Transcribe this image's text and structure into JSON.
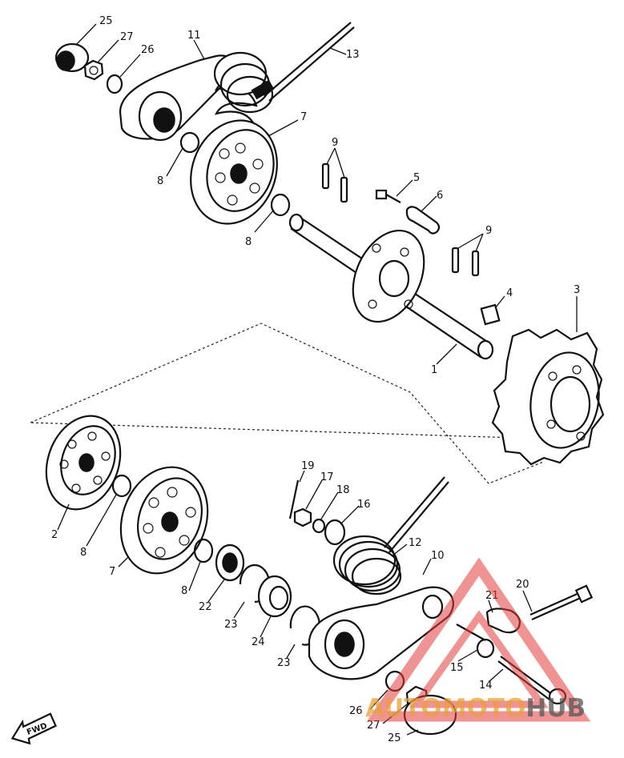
{
  "callouts": [
    {
      "id": "c25a",
      "label": "25"
    },
    {
      "id": "c27a",
      "label": "27"
    },
    {
      "id": "c26a",
      "label": "26"
    },
    {
      "id": "c11",
      "label": "11"
    },
    {
      "id": "c13",
      "label": "13"
    },
    {
      "id": "c7a",
      "label": "7"
    },
    {
      "id": "c8a",
      "label": "8"
    },
    {
      "id": "c9a",
      "label": "9"
    },
    {
      "id": "c5",
      "label": "5"
    },
    {
      "id": "c6",
      "label": "6"
    },
    {
      "id": "c8b",
      "label": "8"
    },
    {
      "id": "c9b",
      "label": "9"
    },
    {
      "id": "c4",
      "label": "4"
    },
    {
      "id": "c3",
      "label": "3"
    },
    {
      "id": "c1",
      "label": "1"
    },
    {
      "id": "c2",
      "label": "2"
    },
    {
      "id": "c8c",
      "label": "8"
    },
    {
      "id": "c7b",
      "label": "7"
    },
    {
      "id": "c8d",
      "label": "8"
    },
    {
      "id": "c22",
      "label": "22"
    },
    {
      "id": "c23a",
      "label": "23"
    },
    {
      "id": "c24",
      "label": "24"
    },
    {
      "id": "c23b",
      "label": "23"
    },
    {
      "id": "c19",
      "label": "19"
    },
    {
      "id": "c17",
      "label": "17"
    },
    {
      "id": "c18",
      "label": "18"
    },
    {
      "id": "c16",
      "label": "16"
    },
    {
      "id": "c12",
      "label": "12"
    },
    {
      "id": "c10",
      "label": "10"
    },
    {
      "id": "c20",
      "label": "20"
    },
    {
      "id": "c21",
      "label": "21"
    },
    {
      "id": "c15",
      "label": "15"
    },
    {
      "id": "c14",
      "label": "14"
    },
    {
      "id": "c26b",
      "label": "26"
    },
    {
      "id": "c27b",
      "label": "27"
    },
    {
      "id": "c25b",
      "label": "25"
    }
  ],
  "direction_marker": {
    "label": "FWD",
    "icon": "forward-arrow-icon"
  },
  "watermark": {
    "part1": "AUTO",
    "part2": "MOTO",
    "part3": "HUB",
    "accent": "#e23a3a",
    "accent2": "#e9a13a"
  }
}
